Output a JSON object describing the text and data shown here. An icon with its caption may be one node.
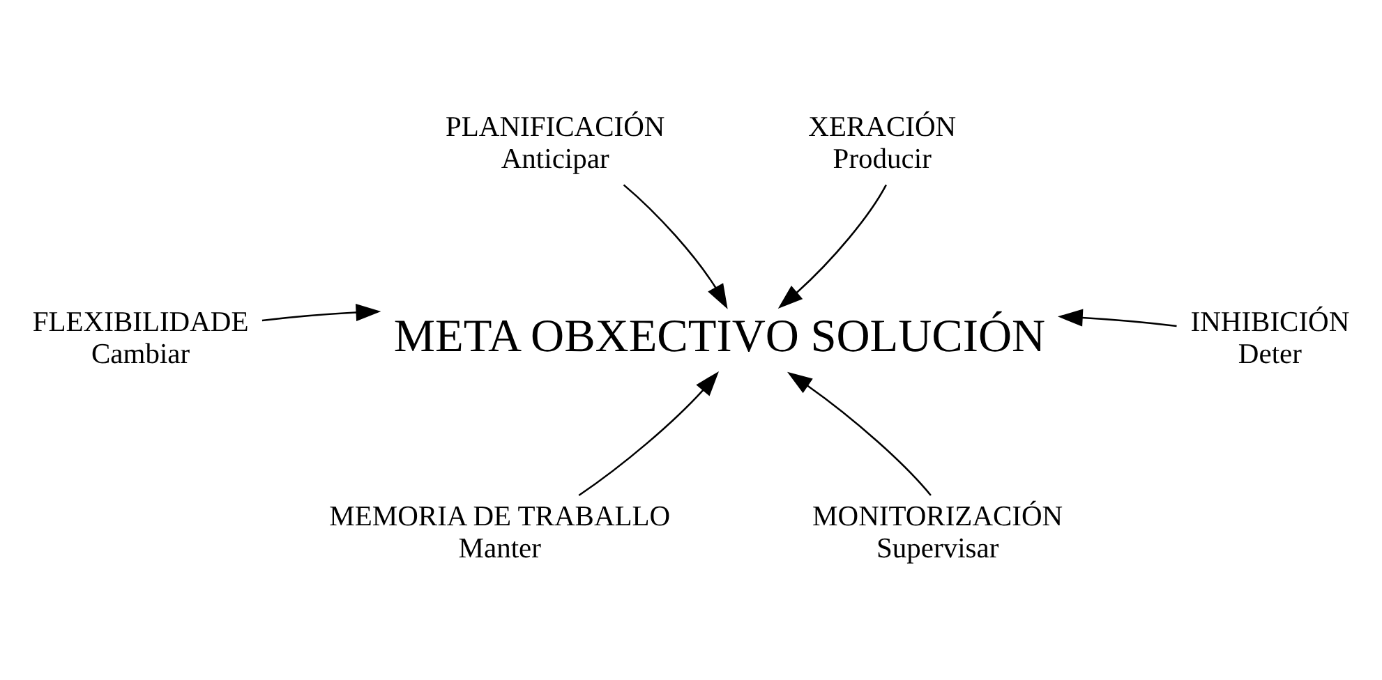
{
  "diagram": {
    "nodes": [
      {
        "text": [
          "META OBXECTIVO SOLUCIÓN"
        ]
      },
      {
        "text": [
          "PLANIFICACIÓN",
          "Anticipar"
        ]
      },
      {
        "text": [
          "XERACIÓN",
          "Producir"
        ]
      },
      {
        "text": [
          "FLEXIBILIDADE",
          "Cambiar"
        ]
      },
      {
        "text": [
          "INHIBICIÓN",
          "Deter"
        ]
      },
      {
        "text": [
          "MEMORIA DE TRABALLO",
          "Manter"
        ]
      },
      {
        "text": [
          "MONITORIZACIÓN",
          "Supervisar"
        ]
      }
    ],
    "edges": [
      {
        "from": 1,
        "to": 0,
        "arrow": "to"
      },
      {
        "from": 2,
        "to": 0,
        "arrow": "to"
      },
      {
        "from": 3,
        "to": 0,
        "arrow": "to"
      },
      {
        "from": 4,
        "to": 0,
        "arrow": "to"
      },
      {
        "from": 5,
        "to": 0,
        "arrow": "to"
      },
      {
        "from": 6,
        "to": 0,
        "arrow": "to"
      }
    ]
  }
}
